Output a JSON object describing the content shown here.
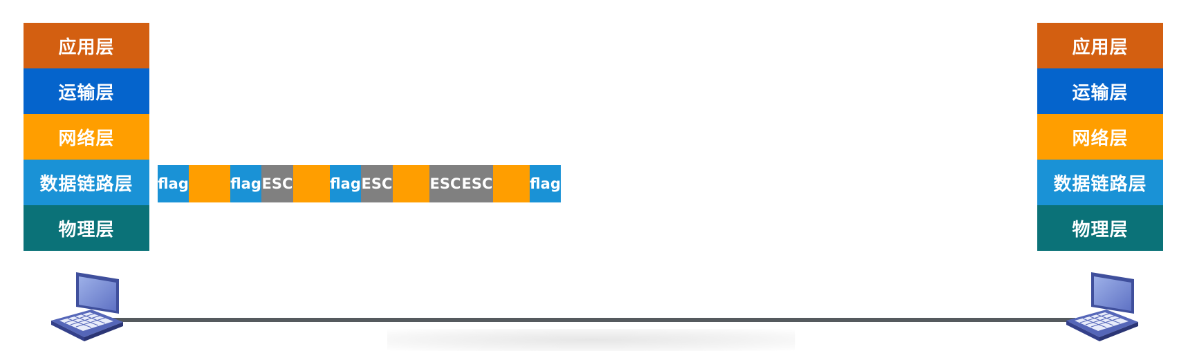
{
  "layers": [
    {
      "label": "应用层",
      "color": "#d35f11"
    },
    {
      "label": "运输层",
      "color": "#0564cc"
    },
    {
      "label": "网络层",
      "color": "#ff9e00"
    },
    {
      "label": "数据链路层",
      "color": "#1a92d6"
    },
    {
      "label": "物理层",
      "color": "#0b7278"
    }
  ],
  "frame": {
    "segments": [
      {
        "kind": "flag",
        "label": "flag",
        "color": "#1a92d6"
      },
      {
        "kind": "data",
        "label": "",
        "color": "#ff9e00"
      },
      {
        "kind": "flag",
        "label": "flag",
        "color": "#1a92d6"
      },
      {
        "kind": "esc",
        "label": "ESC",
        "color": "#808080"
      },
      {
        "kind": "data",
        "label": "",
        "color": "#ff9e00"
      },
      {
        "kind": "flag",
        "label": "flag",
        "color": "#1a92d6"
      },
      {
        "kind": "esc",
        "label": "ESC",
        "color": "#808080"
      },
      {
        "kind": "data",
        "label": "",
        "color": "#ff9e00"
      },
      {
        "kind": "esc",
        "label": "ESC",
        "color": "#808080"
      },
      {
        "kind": "esc",
        "label": "ESC",
        "color": "#808080"
      },
      {
        "kind": "data",
        "label": "",
        "color": "#ff9e00"
      },
      {
        "kind": "flag",
        "label": "flag",
        "color": "#1a92d6"
      }
    ]
  },
  "icons": {
    "left_host": "laptop-icon",
    "right_host": "laptop-icon"
  },
  "colors": {
    "link": "#555a5e"
  }
}
